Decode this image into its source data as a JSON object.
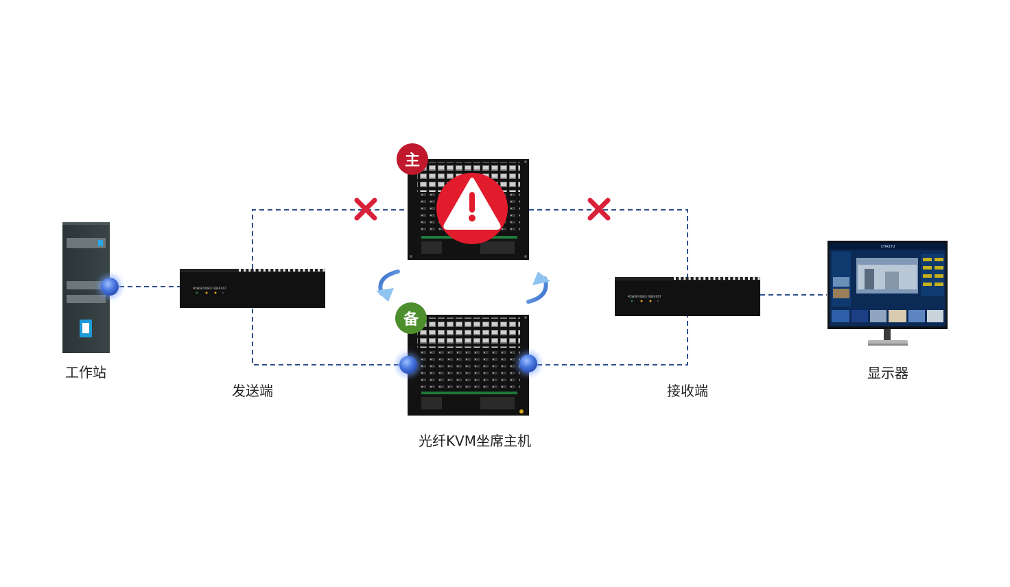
{
  "labels": {
    "workstation": "工作站",
    "sender": "发送端",
    "host": "光纤KVM坐席主机",
    "receiver": "接收端",
    "display": "显示器"
  },
  "badges": {
    "primary": "主",
    "backup": "备"
  },
  "device_panel": {
    "leds": [
      "POWER",
      "VIDEO",
      "FIBER",
      "RST"
    ]
  },
  "monitor_screen": {
    "title": "CHASTU"
  },
  "colors": {
    "link_line": "#2e4f8e",
    "fail_mark": "#d9213a",
    "primary_badge": "#c0182d",
    "backup_badge": "#4d8f2c",
    "warning": "#e21b2d",
    "node_dot": "#3d6fd6"
  },
  "icons": {
    "alert": "warning-triangle-icon",
    "fail": "cross-icon",
    "switch": "rotate-arrows-icon"
  }
}
